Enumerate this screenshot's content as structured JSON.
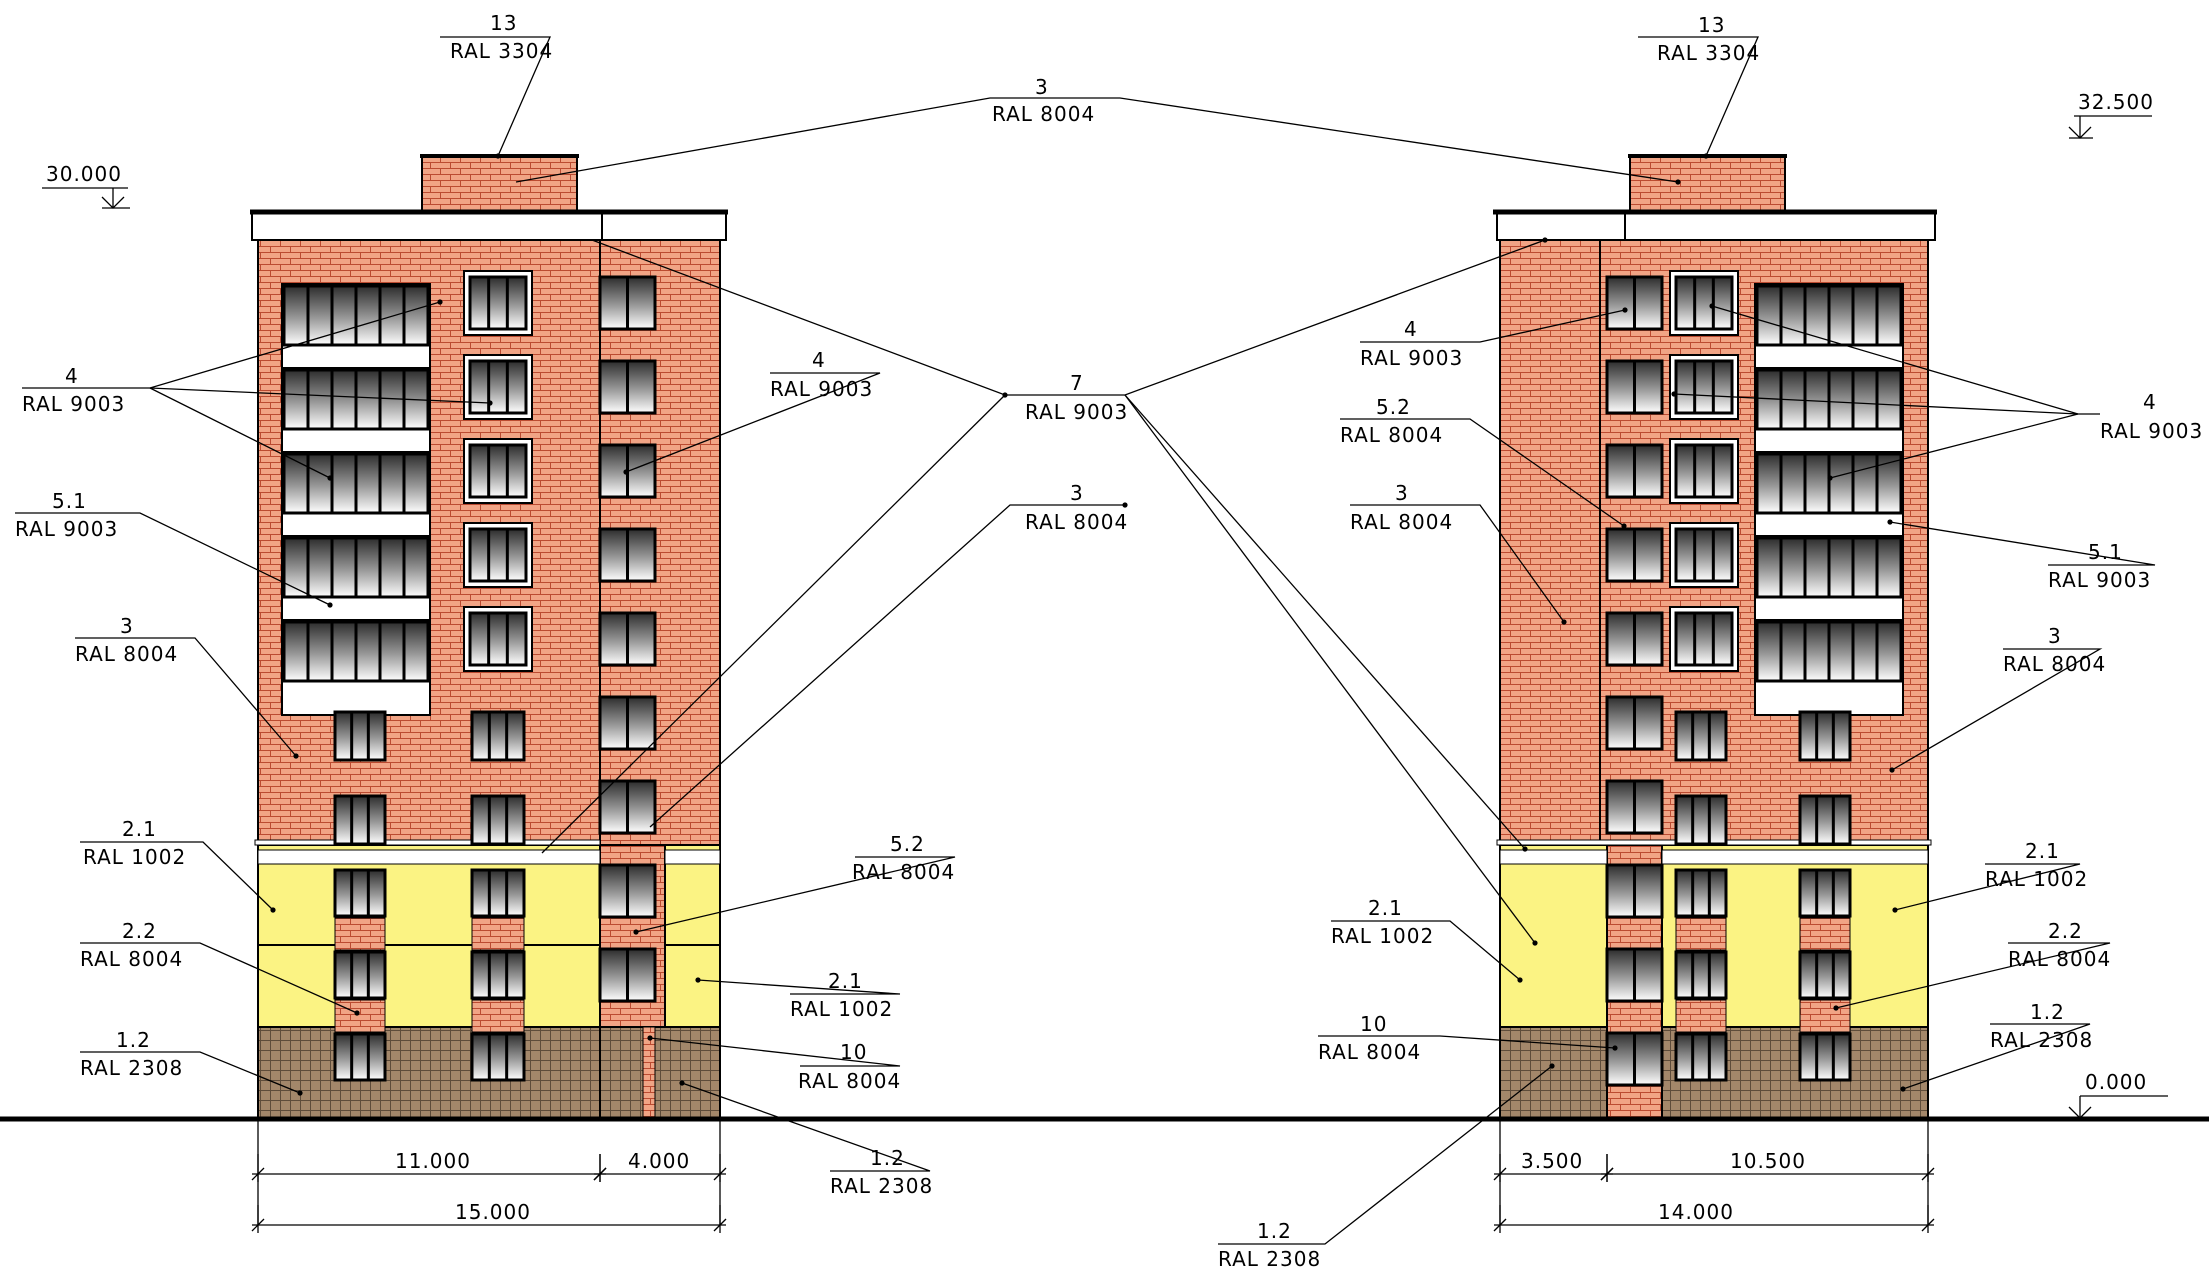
{
  "levels": {
    "left_top": "30.000",
    "right_top": "32.500",
    "ground": "0.000"
  },
  "dimensions": {
    "left_a": "11.000",
    "left_b": "4.000",
    "left_total": "15.000",
    "right_a": "3.500",
    "right_b": "10.500",
    "right_total": "14.000"
  },
  "callouts": {
    "c13L": {
      "num": "13",
      "ral": "RAL 3304"
    },
    "c13R": {
      "num": "13",
      "ral": "RAL 3304"
    },
    "c3top": {
      "num": "3",
      "ral": "RAL 8004"
    },
    "c7": {
      "num": "7",
      "ral": "RAL 9003"
    },
    "c3mid": {
      "num": "3",
      "ral": "RAL 8004"
    },
    "c4L": {
      "num": "4",
      "ral": "RAL 9003"
    },
    "c51L": {
      "num": "5.1",
      "ral": "RAL 9003"
    },
    "c3L": {
      "num": "3",
      "ral": "RAL 8004"
    },
    "c21L": {
      "num": "2.1",
      "ral": "RAL 1002"
    },
    "c22L": {
      "num": "2.2",
      "ral": "RAL 8004"
    },
    "c12L": {
      "num": "1.2",
      "ral": "RAL 2308"
    },
    "c4Lr": {
      "num": "4",
      "ral": "RAL 9003"
    },
    "c52L": {
      "num": "5.2",
      "ral": "RAL 8004"
    },
    "c21Lr": {
      "num": "2.1",
      "ral": "RAL 1002"
    },
    "c10L": {
      "num": "10",
      "ral": "RAL 8004"
    },
    "c12Lb": {
      "num": "1.2",
      "ral": "RAL 2308"
    },
    "c4R": {
      "num": "4",
      "ral": "RAL 9003"
    },
    "c52R": {
      "num": "5.2",
      "ral": "RAL 8004"
    },
    "c3R": {
      "num": "3",
      "ral": "RAL 8004"
    },
    "c21R": {
      "num": "2.1",
      "ral": "RAL 1002"
    },
    "c10R": {
      "num": "10",
      "ral": "RAL 8004"
    },
    "c12Rb": {
      "num": "1.2",
      "ral": "RAL 2308"
    },
    "c4Rr": {
      "num": "4",
      "ral": "RAL 9003"
    },
    "c51R": {
      "num": "5.1",
      "ral": "RAL 9003"
    },
    "c3Rr": {
      "num": "3",
      "ral": "RAL 8004"
    },
    "c21Rr": {
      "num": "2.1",
      "ral": "RAL 1002"
    },
    "c22R": {
      "num": "2.2",
      "ral": "RAL 8004"
    },
    "c12R": {
      "num": "1.2",
      "ral": "RAL 2308"
    }
  },
  "colors": {
    "brick": "#f1a485",
    "brick_joint": "#ba4a30",
    "plaster_yellow": "#fbf383",
    "plinth": "#a3876a",
    "plinth_grid": "#5e4c3a",
    "white_trim": "#ffffff",
    "glass_dark": "#2d2d2d",
    "glass_light": "#ffffff"
  }
}
